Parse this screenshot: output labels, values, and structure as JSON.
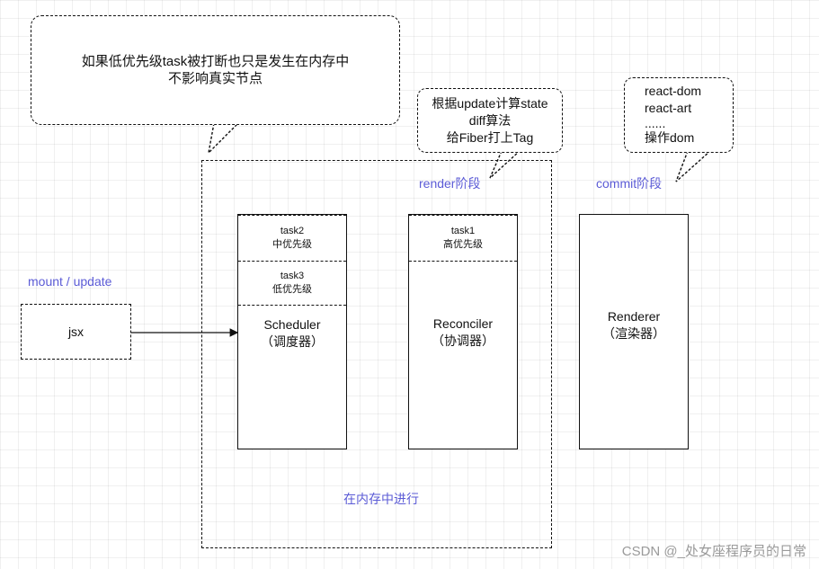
{
  "bubbles": {
    "top_note": {
      "line1": "如果低优先级task被打断也只是发生在内存中",
      "line2": "不影响真实节点"
    },
    "render_note": {
      "line1": "根据update计算state",
      "line2": "diff算法",
      "line3": "给Fiber打上Tag"
    },
    "commit_note": {
      "line1": "react-dom",
      "line2": "react-art",
      "line3": "......",
      "line4": "操作dom"
    }
  },
  "labels": {
    "mount_update": "mount / update",
    "render_phase": "render阶段",
    "commit_phase": "commit阶段",
    "in_memory": "在内存中进行"
  },
  "nodes": {
    "jsx": "jsx",
    "scheduler": {
      "name": "Scheduler",
      "sub": "（调度器）"
    },
    "reconciler": {
      "name": "Reconciler",
      "sub": "（协调器）"
    },
    "renderer": {
      "name": "Renderer",
      "sub": "（渲染器）"
    }
  },
  "tasks": {
    "task2": {
      "name": "task2",
      "priority": "中优先级"
    },
    "task3": {
      "name": "task3",
      "priority": "低优先级"
    },
    "task1": {
      "name": "task1",
      "priority": "高优先级"
    }
  },
  "watermark": "CSDN @_处女座程序员的日常",
  "colors": {
    "accent": "#5b5bd6",
    "stroke": "#111111",
    "grid": "#eeeeee"
  }
}
